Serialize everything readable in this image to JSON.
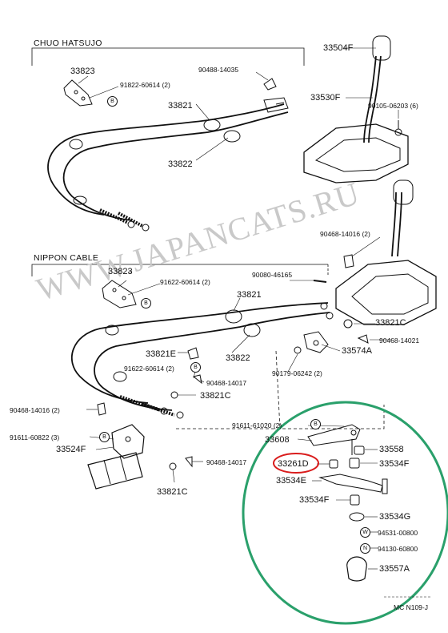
{
  "sections": {
    "chuo": "CHUO HATSUJO",
    "nippon": "NIPPON CABLE"
  },
  "watermark": "WWW.JAPANCATS.RU",
  "footer_code": "MC N109-J",
  "highlight_color": "#d91c1c",
  "inset_color": "#2aa06b",
  "labels": {
    "p33504F": "33504F",
    "p33530F": "33530F",
    "p90105": "90105-06203 (6)",
    "p33823a": "33823",
    "p91822a": "91822-60614 (2)",
    "p90488a": "90488-14035",
    "p33821a": "33821",
    "p33822a": "33822",
    "p90468a": "90468-14016 (2)",
    "p33823b": "33823",
    "p91622b": "91622-60614 (2)",
    "p90080": "90080-46165",
    "p33821b": "33821",
    "p33821Ca": "33821C",
    "p90468b": "90468-14021",
    "p33574A": "33574A",
    "p33821E": "33821E",
    "p33822b": "33822",
    "p90179": "90179-06242 (2)",
    "p91622c": "91622-60614 (2)",
    "p90468c": "90468-14017",
    "p33821Cb": "33821C",
    "p90468d": "90468-14016 (2)",
    "p91611a": "91611-61020 (2)",
    "p33608": "33608",
    "p33558": "33558",
    "p91611b": "91611-60822 (3)",
    "p33524F": "33524F",
    "p33261D": "33261D",
    "p33534F": "33534F",
    "p90468e": "90468-14017",
    "p33534E": "33534E",
    "p33821Cc": "33821C",
    "p33534Fb": "33534F",
    "p33534G": "33534G",
    "p94531": "94531-00800",
    "p94130": "94130-60800",
    "p33557A": "33557A"
  },
  "markers": {
    "B": "B",
    "W": "W",
    "N": "N"
  }
}
